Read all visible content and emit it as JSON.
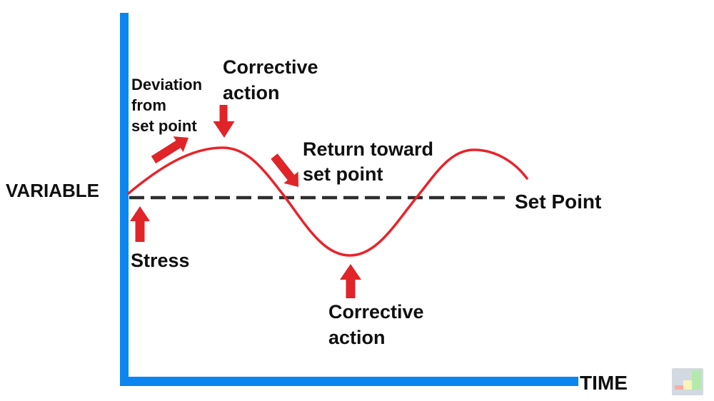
{
  "diagram": {
    "y_axis_label": "VARIABLE",
    "x_axis_label": "TIME",
    "set_point_label": "Set Point",
    "stress_label": "Stress",
    "deviation_label_lines": [
      "Deviation",
      "from",
      "set point"
    ],
    "corrective_action_top_lines": [
      "Corrective",
      "action"
    ],
    "return_toward_lines": [
      "Return toward",
      "set point"
    ],
    "corrective_action_bottom_lines": [
      "Corrective",
      "action"
    ]
  },
  "icons": {
    "stress_arrow": "red-up-arrow",
    "deviation_arrow": "red-up-right-arrow",
    "corrective_top_arrow": "red-down-arrow",
    "return_arrow": "red-down-right-arrow",
    "corrective_bottom_arrow": "red-up-arrow",
    "logo": "bar-chart-logo"
  },
  "colors": {
    "axis": "#0b86f0",
    "curve": "#e8232a",
    "arrow": "#e02428",
    "dash": "#2d2d2d",
    "text": "#0f0f0f",
    "logo_bg": "#ccd3dc",
    "logo_bar_red": "#f79e96",
    "logo_bar_yellow": "#f7f3ae",
    "logo_bar_green": "#a8e69e"
  }
}
